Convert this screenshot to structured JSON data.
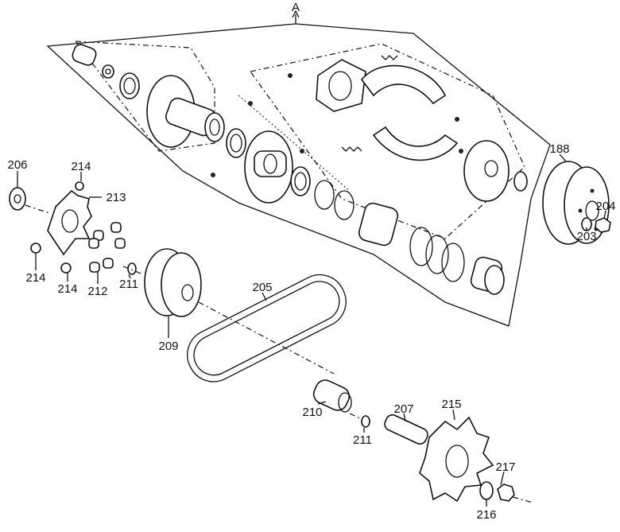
{
  "diagram": {
    "type": "exploded parts diagram - CVT transmission",
    "assembly_label": "A",
    "parts": [
      {
        "id": "206"
      },
      {
        "id": "214"
      },
      {
        "id": "213"
      },
      {
        "id": "214"
      },
      {
        "id": "214"
      },
      {
        "id": "212"
      },
      {
        "id": "211"
      },
      {
        "id": "209"
      },
      {
        "id": "205"
      },
      {
        "id": "210"
      },
      {
        "id": "211"
      },
      {
        "id": "207"
      },
      {
        "id": "215"
      },
      {
        "id": "217"
      },
      {
        "id": "216"
      },
      {
        "id": "188"
      },
      {
        "id": "204"
      },
      {
        "id": "203"
      }
    ]
  }
}
